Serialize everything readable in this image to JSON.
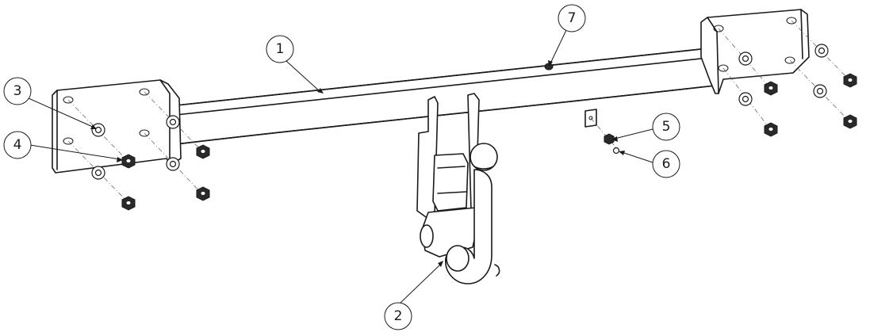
{
  "callouts": [
    {
      "id": "1",
      "label": "1"
    },
    {
      "id": "2",
      "label": "2"
    },
    {
      "id": "3",
      "label": "3"
    },
    {
      "id": "4",
      "label": "4"
    },
    {
      "id": "5",
      "label": "5"
    },
    {
      "id": "6",
      "label": "6"
    },
    {
      "id": "7",
      "label": "7"
    }
  ],
  "colors": {
    "line": "#1a1a1a",
    "background": "#ffffff",
    "nut": "#2a2a2a"
  }
}
